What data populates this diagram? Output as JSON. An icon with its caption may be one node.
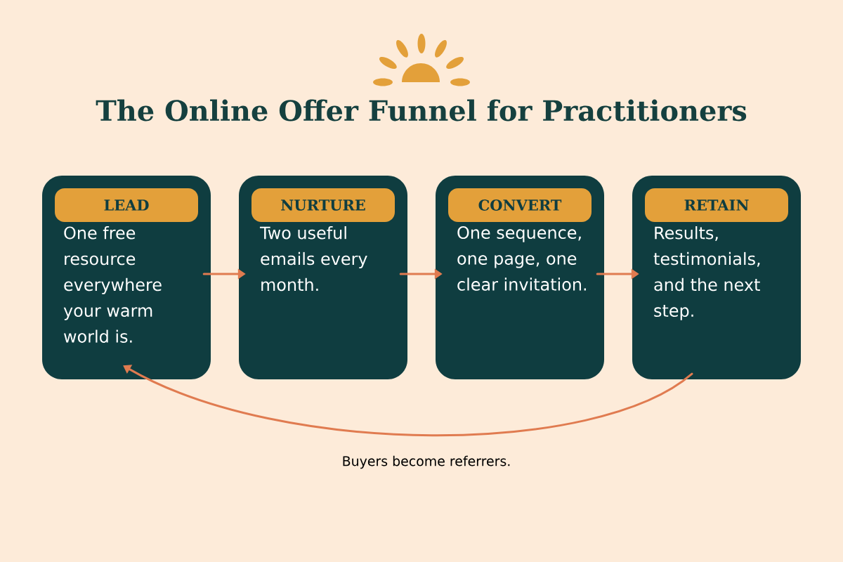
{
  "diagram": {
    "title": "The Online Offer Funnel for Practitioners",
    "nodes": [
      {
        "text": [
          "One free resource everywhere your warm world is."
        ]
      },
      {
        "text": [
          "LEAD"
        ],
        "in": 0
      },
      {
        "text": [
          "Two useful emails every month."
        ]
      },
      {
        "text": [
          "NURTURE"
        ],
        "in": 2
      },
      {
        "text": [
          "One sequence, one page, one clear invitation."
        ]
      },
      {
        "text": [
          "CONVERT"
        ],
        "in": 4
      },
      {
        "text": [
          "Results, testimonials, and the next step."
        ]
      },
      {
        "text": [
          "RETAIN"
        ],
        "in": 6
      }
    ],
    "edges": [
      {
        "from": 0,
        "to": 2,
        "arrow": "to"
      },
      {
        "from": 2,
        "to": 4,
        "arrow": "to"
      },
      {
        "from": 4,
        "to": 6,
        "arrow": "to"
      },
      {
        "from": 6,
        "to": 0,
        "arrow": "to",
        "label": "Buyers become referrers."
      }
    ]
  }
}
